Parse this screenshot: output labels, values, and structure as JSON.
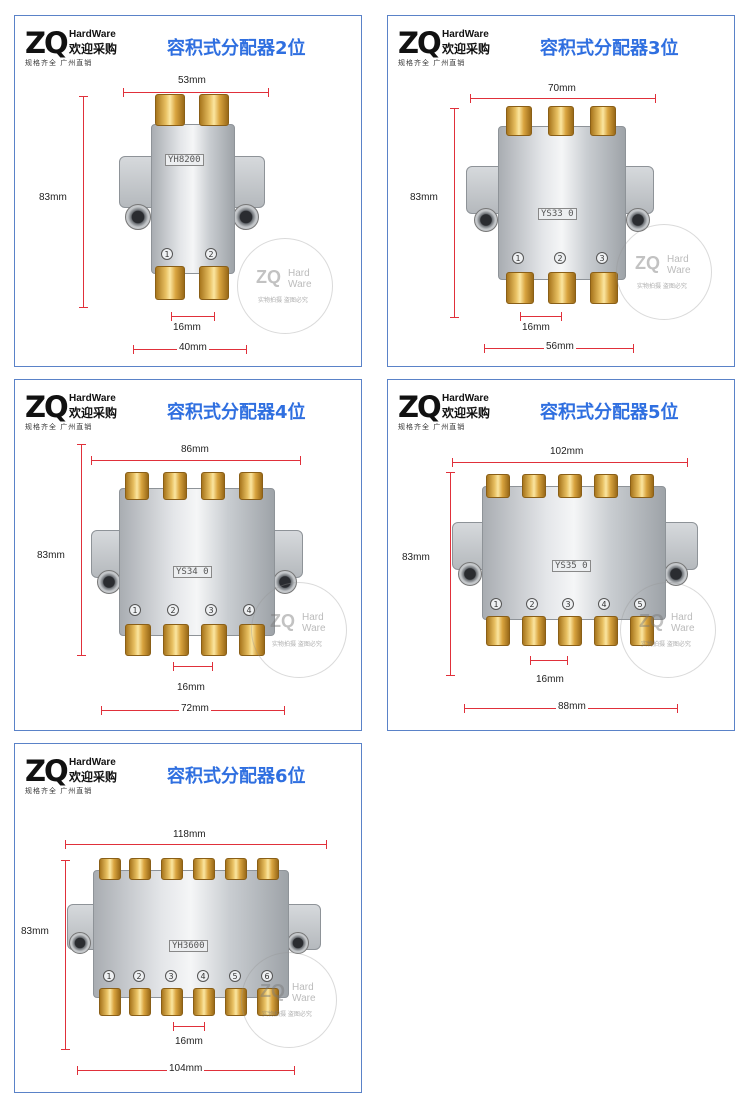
{
  "logo": {
    "mark": "ZQ",
    "hardware": "HardWare",
    "slogan": "欢迎采购",
    "sub": "规格齐全  广州直销"
  },
  "watermark": {
    "mark": "ZQ",
    "line1": "Hard",
    "line2": "Ware",
    "note": "实物拍摄 盗图必究"
  },
  "panels": [
    {
      "title": "容积式分配器2位",
      "ports": 2,
      "model": "YH8200",
      "top": "53mm",
      "height": "83mm",
      "pitch": "16mm",
      "bottom": "40mm"
    },
    {
      "title": "容积式分配器3位",
      "ports": 3,
      "model": "YS33  0",
      "top": "70mm",
      "height": "83mm",
      "pitch": "16mm",
      "bottom": "56mm"
    },
    {
      "title": "容积式分配器4位",
      "ports": 4,
      "model": "YS34  0",
      "top": "86mm",
      "height": "83mm",
      "pitch": "16mm",
      "bottom": "72mm"
    },
    {
      "title": "容积式分配器5位",
      "ports": 5,
      "model": "YS35  0",
      "top": "102mm",
      "height": "83mm",
      "pitch": "16mm",
      "bottom": "88mm"
    },
    {
      "title": "容积式分配器6位",
      "ports": 6,
      "model": "YH3600",
      "top": "118mm",
      "height": "83mm",
      "pitch": "16mm",
      "bottom": "104mm"
    }
  ],
  "colors": {
    "frame": "#5a82c8",
    "title": "#2f6fe0",
    "dimension": "#e0303a"
  }
}
